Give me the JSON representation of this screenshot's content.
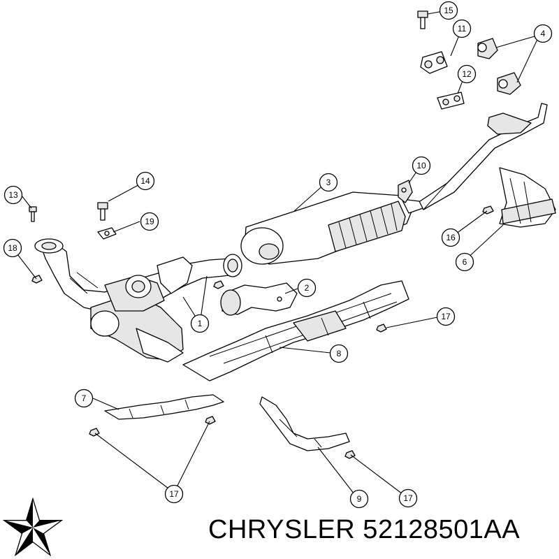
{
  "callouts": [
    {
      "id": "1",
      "label": "1"
    },
    {
      "id": "2",
      "label": "2"
    },
    {
      "id": "3",
      "label": "3"
    },
    {
      "id": "4",
      "label": "4"
    },
    {
      "id": "6",
      "label": "6"
    },
    {
      "id": "7",
      "label": "7"
    },
    {
      "id": "8",
      "label": "8"
    },
    {
      "id": "9",
      "label": "9"
    },
    {
      "id": "10",
      "label": "10"
    },
    {
      "id": "11",
      "label": "11"
    },
    {
      "id": "12",
      "label": "12"
    },
    {
      "id": "13",
      "label": "13"
    },
    {
      "id": "14",
      "label": "14"
    },
    {
      "id": "15",
      "label": "15"
    },
    {
      "id": "16",
      "label": "16"
    },
    {
      "id": "17a",
      "label": "17"
    },
    {
      "id": "17b",
      "label": "17"
    },
    {
      "id": "17c",
      "label": "17"
    },
    {
      "id": "18",
      "label": "18"
    },
    {
      "id": "19",
      "label": "19"
    }
  ],
  "footer": {
    "brand_part": "CHRYSLER 52128501AA",
    "logo": "chrysler-pentastar-logo"
  }
}
